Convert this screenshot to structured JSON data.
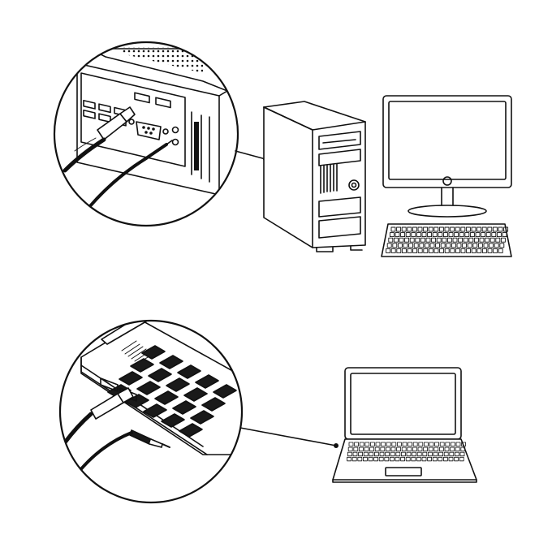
{
  "scenes": [
    {
      "id": "desktop",
      "subject": "desktop-tower-with-monitor-and-keyboard",
      "zoom_subject": "rear-io-panel-usb-and-audio-plug"
    },
    {
      "id": "laptop",
      "subject": "laptop",
      "zoom_subject": "side-usb-port-and-audio-plug"
    }
  ],
  "colors": {
    "stroke": "#111111",
    "background": "#ffffff",
    "screen": "#ffffff",
    "dark": "#1a1a1a"
  },
  "icons": [
    "usb-plug-icon",
    "audio-jack-icon",
    "usb-port-icon",
    "vga-port-icon",
    "hdmi-port-icon",
    "keyboard-icon"
  ]
}
